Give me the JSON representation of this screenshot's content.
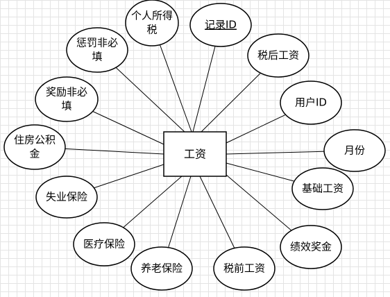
{
  "entity": {
    "label": "工资"
  },
  "attributes": [
    {
      "id": "personal-income-tax",
      "lines": [
        "个人所得",
        "税"
      ],
      "is_key": false
    },
    {
      "id": "record-id",
      "lines": [
        "记录ID"
      ],
      "is_key": true
    },
    {
      "id": "after-tax-salary",
      "lines": [
        "税后工资"
      ],
      "is_key": false
    },
    {
      "id": "penalty-optional",
      "lines": [
        "惩罚非必",
        "填"
      ],
      "is_key": false
    },
    {
      "id": "user-id",
      "lines": [
        "用户ID"
      ],
      "is_key": false
    },
    {
      "id": "bonus-optional",
      "lines": [
        "奖励非必",
        "填"
      ],
      "is_key": false
    },
    {
      "id": "housing-fund",
      "lines": [
        "住房公积",
        "金"
      ],
      "is_key": false
    },
    {
      "id": "month",
      "lines": [
        "月份"
      ],
      "is_key": false
    },
    {
      "id": "unemployment-insurance",
      "lines": [
        "失业保险"
      ],
      "is_key": false
    },
    {
      "id": "base-salary",
      "lines": [
        "基础工资"
      ],
      "is_key": false
    },
    {
      "id": "medical-insurance",
      "lines": [
        "医疗保险"
      ],
      "is_key": false
    },
    {
      "id": "performance-bonus",
      "lines": [
        "绩效奖金"
      ],
      "is_key": false
    },
    {
      "id": "pension-insurance",
      "lines": [
        "养老保险"
      ],
      "is_key": false
    },
    {
      "id": "pre-tax-salary",
      "lines": [
        "税前工资"
      ],
      "is_key": false
    }
  ]
}
